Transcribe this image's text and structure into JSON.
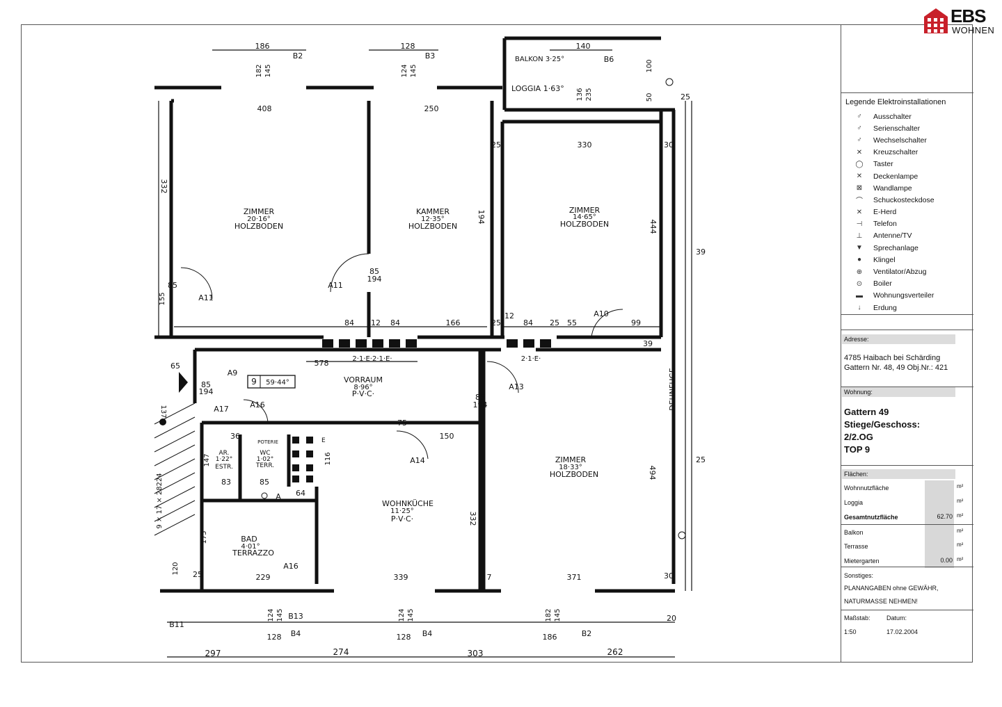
{
  "logo": {
    "brand": "EBS",
    "sub": "WOHNEN"
  },
  "legend": {
    "title": "Legende Elektroinstallationen",
    "items": [
      {
        "label": "Ausschalter",
        "icon": "ausschalter-icon",
        "glyph": "♂"
      },
      {
        "label": "Serienschalter",
        "icon": "serienschalter-icon",
        "glyph": "♂"
      },
      {
        "label": "Wechselschalter",
        "icon": "wechselschalter-icon",
        "glyph": "♂"
      },
      {
        "label": "Kreuzschalter",
        "icon": "kreuzschalter-icon",
        "glyph": "✕"
      },
      {
        "label": "Taster",
        "icon": "taster-icon",
        "glyph": "◯"
      },
      {
        "label": "Deckenlampe",
        "icon": "deckenlampe-icon",
        "glyph": "✕"
      },
      {
        "label": "Wandlampe",
        "icon": "wandlampe-icon",
        "glyph": "⊠"
      },
      {
        "label": "Schuckosteckdose",
        "icon": "steckdose-icon",
        "glyph": "⌒"
      },
      {
        "label": "E-Herd",
        "icon": "e-herd-icon",
        "glyph": "✕"
      },
      {
        "label": "Telefon",
        "icon": "telefon-icon",
        "glyph": "⊣"
      },
      {
        "label": "Antenne/TV",
        "icon": "antenne-icon",
        "glyph": "⊥"
      },
      {
        "label": "Sprechanlage",
        "icon": "sprechanlage-icon",
        "glyph": "▼"
      },
      {
        "label": "Klingel",
        "icon": "klingel-icon",
        "glyph": "●"
      },
      {
        "label": "Ventilator/Abzug",
        "icon": "ventilator-icon",
        "glyph": "⊕"
      },
      {
        "label": "Boiler",
        "icon": "boiler-icon",
        "glyph": "⊙"
      },
      {
        "label": "Wohnungsverteiler",
        "icon": "verteiler-icon",
        "glyph": "▬"
      },
      {
        "label": "Erdung",
        "icon": "erdung-icon",
        "glyph": "↓"
      }
    ]
  },
  "address": {
    "label": "Adresse:",
    "line1": "4785 Haibach bei Schärding",
    "line2": "Gattern Nr.  48, 49 Obj.Nr.: 421"
  },
  "wohnung": {
    "label": "Wohnung:",
    "name": "Gattern 49",
    "stiege_label": "Stiege/Geschoss:",
    "stiege": "2/2.OG",
    "top": "TOP 9"
  },
  "flaechen": {
    "label": "Flächen:",
    "rows": [
      {
        "label": "Wohnnutzfläche",
        "value": "",
        "unit": "m²",
        "bold": false
      },
      {
        "label": "Loggia",
        "value": "",
        "unit": "m²",
        "bold": false
      },
      {
        "label": "Gesamtnutzfläche",
        "value": "62.70",
        "unit": "m²",
        "bold": true
      },
      {
        "label": "Balkon",
        "value": "",
        "unit": "m²",
        "bold": false
      },
      {
        "label": "Terrasse",
        "value": "",
        "unit": "m²",
        "bold": false
      },
      {
        "label": "Mietergarten",
        "value": "0.00",
        "unit": "m²",
        "bold": false
      }
    ]
  },
  "sonstiges": {
    "label": "Sonstiges:",
    "line1": "PLANANGABEN ohne GEWÄHR,",
    "line2": "NATURMASSE NEHMEN!"
  },
  "massstab": {
    "label": "Maßstab:",
    "value": "1:50"
  },
  "datum": {
    "label": "Datum:",
    "value": "17.02.2004"
  },
  "plan": {
    "rooms": [
      {
        "id": "zimmer1",
        "name": "ZIMMER",
        "area": "20·16°",
        "floor": "HOLZBODEN"
      },
      {
        "id": "kammer",
        "name": "KAMMER",
        "area": "12·35°",
        "floor": "HOLZBODEN"
      },
      {
        "id": "zimmer2",
        "name": "ZIMMER",
        "area": "14·65°",
        "floor": "HOLZBODEN"
      },
      {
        "id": "vorraum",
        "name": "VORRAUM",
        "area": "8·96°",
        "floor": "P·V·C·"
      },
      {
        "id": "zimmer3",
        "name": "ZIMMER",
        "area": "18·33°",
        "floor": "HOLZBODEN"
      },
      {
        "id": "wohnkueche",
        "name": "WOHNKÜCHE",
        "area": "11·25°",
        "floor": "P·V·C·"
      },
      {
        "id": "bad",
        "name": "BAD",
        "area": "4·01°",
        "floor": "TERRAZZO"
      },
      {
        "id": "wc",
        "name": "WC",
        "area": "1·02°",
        "floor": "TERR."
      },
      {
        "id": "ar",
        "name": "AR.",
        "area": "1·22°",
        "floor": "ESTR."
      }
    ],
    "balkon": "BALKON 3·25°",
    "loggia": "LOGGIA 1·63°",
    "dehnfuge": "DEHNFUGE",
    "unit_box": {
      "number": "9",
      "area": "59·44°"
    },
    "dims": {
      "d186t": "186",
      "d128t": "128",
      "d140": "140",
      "d182": "182",
      "d145": "145",
      "d124": "124",
      "d136": "136",
      "d235": "235",
      "d100": "100",
      "d50": "50",
      "d25": "25",
      "d7": "7",
      "d408": "408",
      "d250": "250",
      "d330": "330",
      "d30": "30",
      "d332": "332",
      "d194": "194",
      "d444": "444",
      "d39": "39",
      "d85": "85",
      "d155": "155",
      "d84": "84",
      "d12": "12",
      "d166": "166",
      "d55": "55",
      "d99": "99",
      "d578": "578",
      "d65": "65",
      "d137": "137",
      "d75": "75",
      "d150": "150",
      "d36": "36",
      "d6": "6",
      "d147": "147",
      "d83": "83",
      "d116": "116",
      "d64": "64",
      "d494": "494",
      "d175": "175",
      "d120": "120",
      "d229": "229",
      "d339": "339",
      "d371": "371",
      "d20": "20",
      "d297": "297",
      "d274": "274",
      "d303": "303",
      "d262": "262",
      "d224": "224",
      "d9x17": "9 × 17 × 28",
      "d9x": "9×"
    },
    "tags": {
      "B2": "B2",
      "B3": "B3",
      "B6": "B6",
      "B4": "B4",
      "B11": "B11",
      "B13": "B13",
      "A9": "A9",
      "A10": "A10",
      "A11": "A11",
      "A13": "A13",
      "A14": "A14",
      "A16": "A16",
      "A17": "A17",
      "A": "A",
      "E": "E",
      "potiere": "POTERIE",
      "circuit": "2·1·E·2·1·E·",
      "circuit2": "2·1·E·"
    }
  }
}
